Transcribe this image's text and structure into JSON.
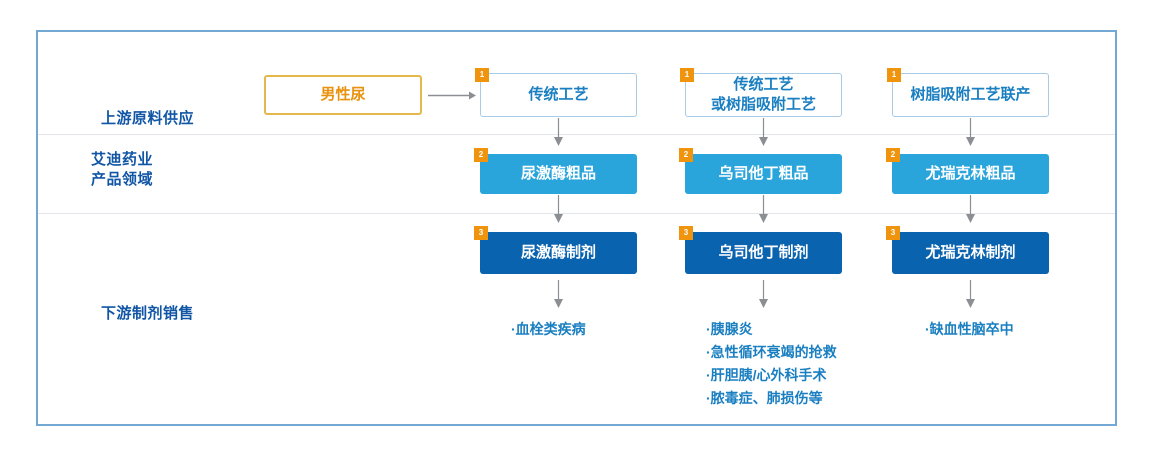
{
  "rows": [
    {
      "label": "上游原料供应"
    },
    {
      "label": "艾迪药业\n产品领域"
    },
    {
      "label": "下游制剂销售"
    }
  ],
  "source_box": {
    "label": "男性尿"
  },
  "columns": [
    {
      "process": {
        "badge": "1",
        "label": "传统工艺"
      },
      "crude": {
        "badge": "2",
        "label": "尿激酶粗品"
      },
      "drug": {
        "badge": "3",
        "label": "尿激酶制剂"
      },
      "indications": "·血栓类疾病"
    },
    {
      "process": {
        "badge": "1",
        "label": "传统工艺\n或树脂吸附工艺"
      },
      "crude": {
        "badge": "2",
        "label": "乌司他丁粗品"
      },
      "drug": {
        "badge": "3",
        "label": "乌司他丁制剂"
      },
      "indications": "·胰腺炎\n·急性循环衰竭的抢救\n·肝胆胰/心外科手术\n·脓毒症、肺损伤等"
    },
    {
      "process": {
        "badge": "1",
        "label": "树脂吸附工艺联产"
      },
      "crude": {
        "badge": "2",
        "label": "尤瑞克林粗品"
      },
      "drug": {
        "badge": "3",
        "label": "尤瑞克林制剂"
      },
      "indications": "·缺血性脑卒中"
    }
  ],
  "colors": {
    "frame_border": "#73a8d4",
    "badge_orange": "#f0930d",
    "source_border": "#e5b84c",
    "source_text": "#e8920f",
    "outline_blue": "#1a7fc1",
    "mid_blue": "#29a5db",
    "dark_blue": "#0a63ae",
    "label_blue": "#1156a5",
    "arrow_gray": "#8b8f94",
    "divider": "#e2e6ea"
  }
}
